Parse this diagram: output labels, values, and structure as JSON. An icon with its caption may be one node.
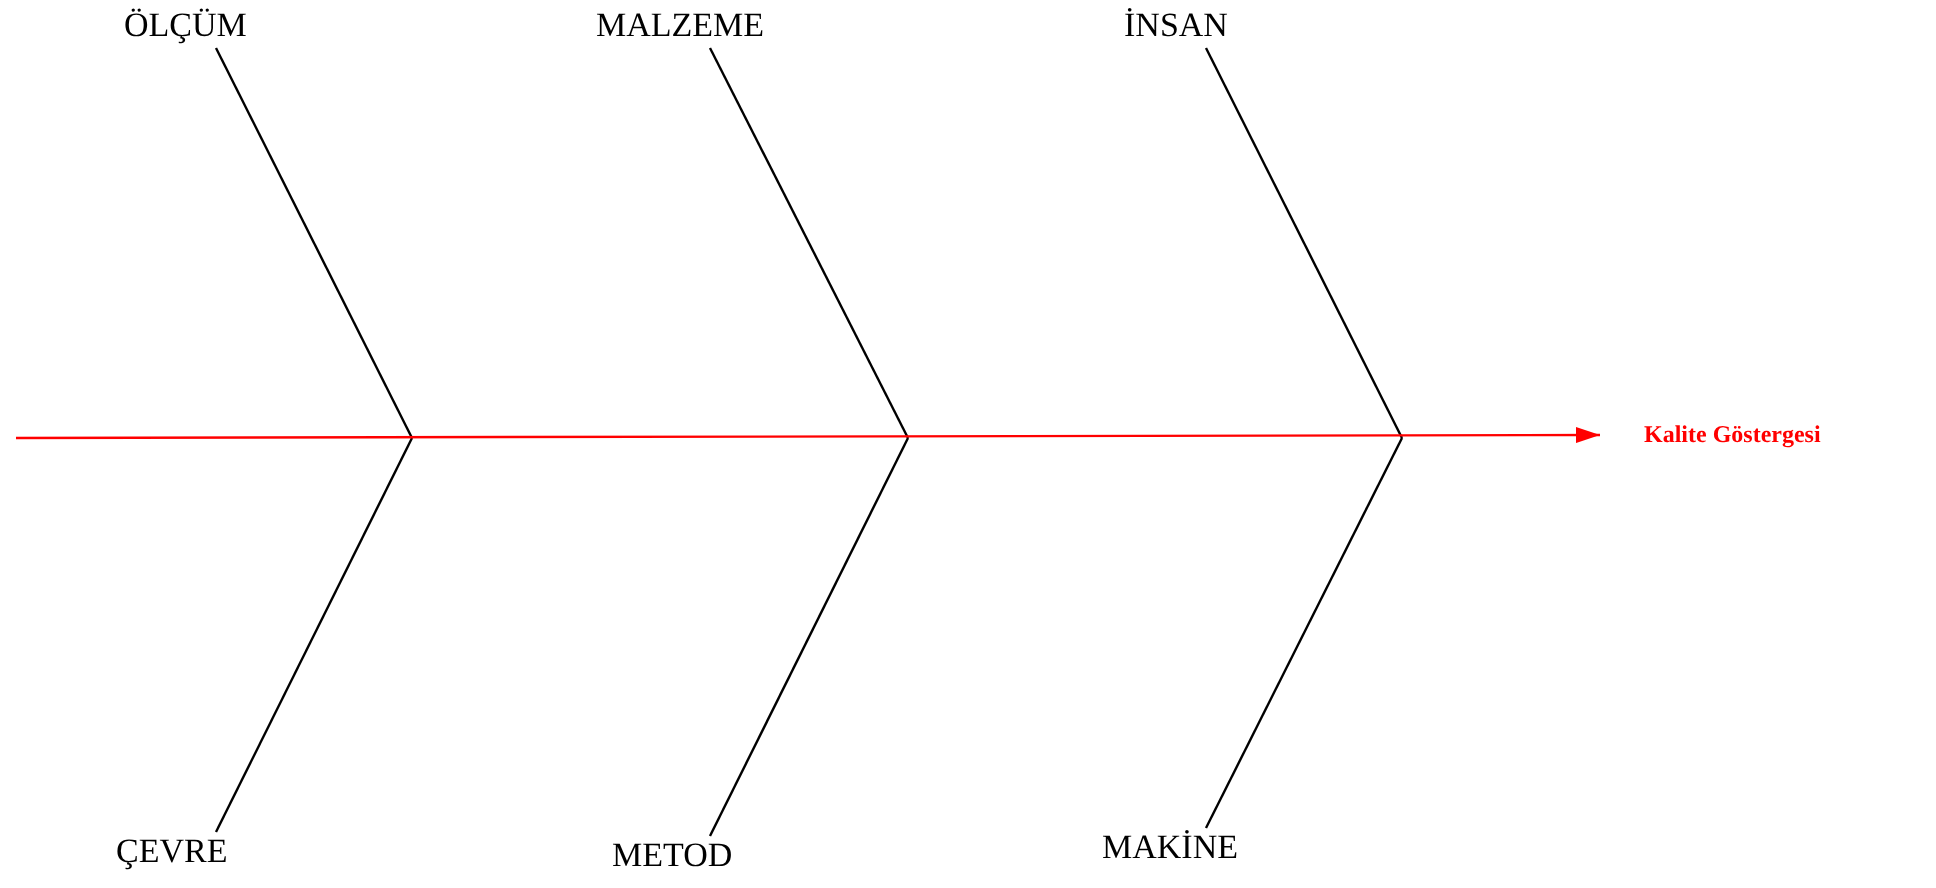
{
  "diagram": {
    "nodes": [
      {
        "text": [
          "ÖLÇÜM"
        ]
      },
      {
        "text": [
          "MALZEME"
        ]
      },
      {
        "text": [
          "İNSAN"
        ]
      },
      {
        "text": [
          "ÇEVRE"
        ]
      },
      {
        "text": [
          "METOD"
        ]
      },
      {
        "text": [
          "MAKİNE"
        ]
      },
      {
        "text": [
          "Kalite Göstergesi"
        ]
      }
    ],
    "edges": [
      {
        "from": 0,
        "to": null,
        "arrow": "none"
      },
      {
        "from": 3,
        "to": null,
        "arrow": "none"
      },
      {
        "from": 1,
        "to": null,
        "arrow": "none"
      },
      {
        "from": 4,
        "to": null,
        "arrow": "none"
      },
      {
        "from": 2,
        "to": null,
        "arrow": "none"
      },
      {
        "from": 5,
        "to": null,
        "arrow": "none"
      },
      {
        "from": null,
        "to": 6,
        "arrow": "to",
        "color": "#ff0000"
      }
    ]
  }
}
